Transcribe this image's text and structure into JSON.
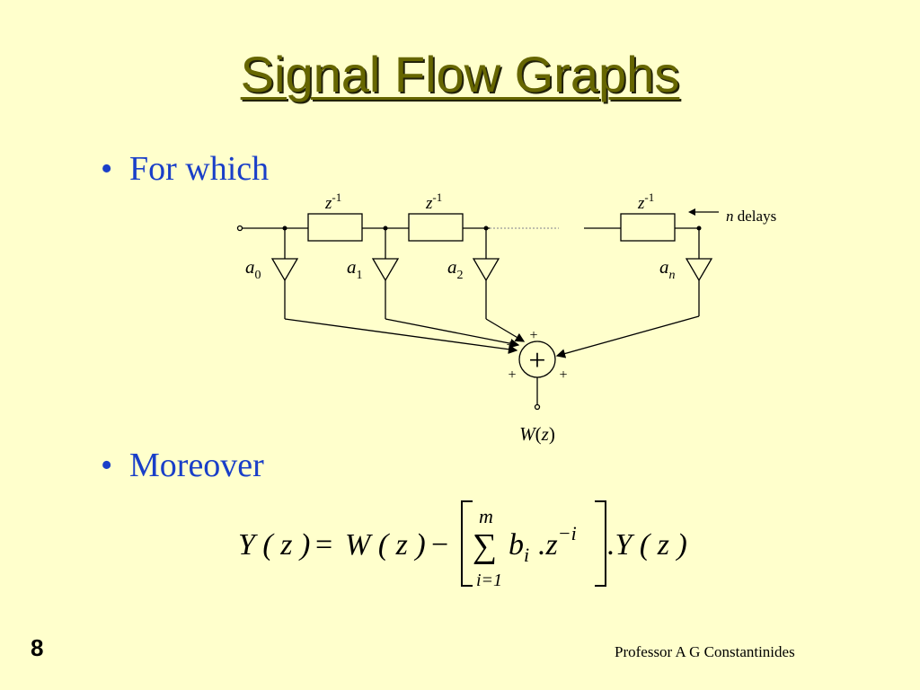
{
  "title": "Signal Flow Graphs",
  "bullets": [
    "For which",
    "Moreover"
  ],
  "diagram": {
    "delay_label": {
      "base": "z",
      "exp": "-1"
    },
    "n_delays": {
      "var": "n",
      "word": "delays"
    },
    "coefficients": [
      {
        "var": "a",
        "sub": "0"
      },
      {
        "var": "a",
        "sub": "1"
      },
      {
        "var": "a",
        "sub": "2"
      },
      {
        "var": "a",
        "sub": "n"
      }
    ],
    "adder_symbol": "+",
    "adder_inputs": [
      "+",
      "+",
      "+",
      "+"
    ],
    "output": {
      "f": "W",
      "arg": "z"
    }
  },
  "equation": {
    "lhs": "Y ( z )",
    "eq": "=",
    "w": "W ( z )",
    "minus": "−",
    "sum": "∑",
    "upper": "m",
    "lower": "i=1",
    "b": "b",
    "b_sub": "i",
    "z": ".z",
    "z_exp": "−i",
    "y": ".Y ( z )"
  },
  "page_number": "8",
  "footer": "Professor A G Constantinides"
}
